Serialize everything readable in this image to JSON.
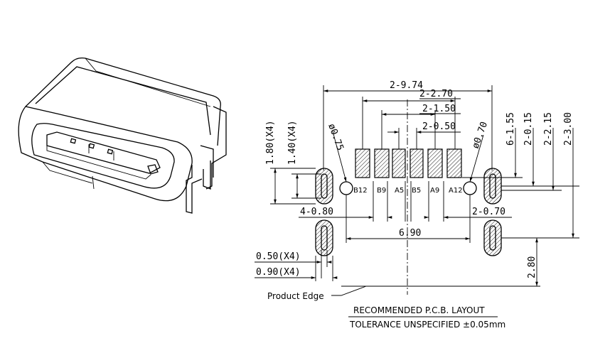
{
  "dimensions": {
    "pitch_total": "2-9.74",
    "span_270": "2-2.70",
    "span_150": "2-1.50",
    "span_050": "2-0.50",
    "hole_075": "ø0.75",
    "hole_070": "ø0.70",
    "v_155": "6-1.55",
    "v_015": "2-0.15",
    "v_215": "2-2.15",
    "v_300": "2-3.00",
    "slot_h_180": "1.80(X4)",
    "slot_h_140": "1.40(X4)",
    "slot_w_080": "4-0.80",
    "slot_w_070": "2-0.70",
    "hole_span": "6.90",
    "slot_050": "0.50(X4)",
    "slot_090": "0.90(X4)",
    "edge_280": "2.80"
  },
  "pins": [
    "B12",
    "B9",
    "A5",
    "B5",
    "A9",
    "A12"
  ],
  "labels": {
    "product_edge": "Product Edge",
    "title": "RECOMMENDED   P.C.B.  LAYOUT",
    "tolerance": "TOLERANCE  UNSPECIFIED  ±0.05mm"
  }
}
